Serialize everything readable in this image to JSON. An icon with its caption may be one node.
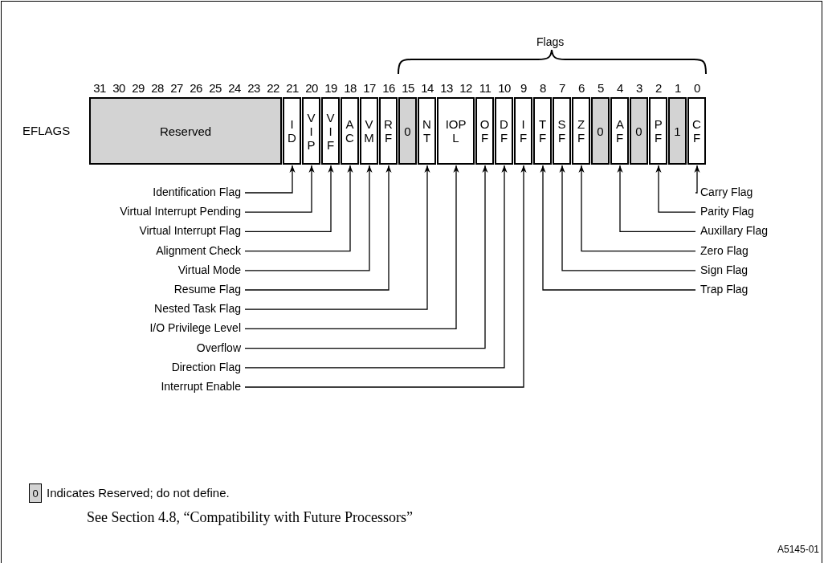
{
  "diagram": {
    "nodes": [
      {
        "text": [
          "Reserved"
        ]
      },
      {
        "text": [
          "I D"
        ]
      },
      {
        "text": [
          "V I P"
        ]
      },
      {
        "text": [
          "V I F"
        ]
      },
      {
        "text": [
          "A C"
        ]
      },
      {
        "text": [
          "V M"
        ]
      },
      {
        "text": [
          "R F"
        ]
      },
      {
        "text": [
          "0"
        ]
      },
      {
        "text": [
          "N T"
        ]
      },
      {
        "text": [
          "IOP L"
        ]
      },
      {
        "text": [
          "O F"
        ]
      },
      {
        "text": [
          "D F"
        ]
      },
      {
        "text": [
          "I F"
        ]
      },
      {
        "text": [
          "T F"
        ]
      },
      {
        "text": [
          "S F"
        ]
      },
      {
        "text": [
          "Z F"
        ]
      },
      {
        "text": [
          "0"
        ]
      },
      {
        "text": [
          "A F"
        ]
      },
      {
        "text": [
          "0"
        ]
      },
      {
        "text": [
          "P F"
        ]
      },
      {
        "text": [
          "1"
        ]
      },
      {
        "text": [
          "C F"
        ]
      },
      {
        "text": [
          "Identification Flag"
        ]
      },
      {
        "text": [
          "Virtual Interrupt Pending"
        ]
      },
      {
        "text": [
          "Virtual Interrupt Flag"
        ]
      },
      {
        "text": [
          "Alignment Check"
        ]
      },
      {
        "text": [
          "Virtual Mode"
        ]
      },
      {
        "text": [
          "Resume Flag"
        ]
      },
      {
        "text": [
          "Nested Task Flag"
        ]
      },
      {
        "text": [
          "I/O Privilege Level"
        ]
      },
      {
        "text": [
          "Overflow"
        ]
      },
      {
        "text": [
          "Direction Flag"
        ]
      },
      {
        "text": [
          "Interrupt Enable"
        ]
      },
      {
        "text": [
          "Carry Flag"
        ]
      },
      {
        "text": [
          "Parity Flag"
        ]
      },
      {
        "text": [
          "Auxillary Flag"
        ]
      },
      {
        "text": [
          "Zero Flag"
        ]
      },
      {
        "text": [
          "Sign Flag"
        ]
      },
      {
        "text": [
          "Trap Flag"
        ]
      },
      {
        "text": [
          "0"
        ],
        "beside": [
          "Indicates Reserved; do not define."
        ]
      }
    ],
    "edges": [
      {
        "from": 22,
        "to": 1,
        "arrow": "to"
      },
      {
        "from": 23,
        "to": 2,
        "arrow": "to"
      },
      {
        "from": 24,
        "to": 3,
        "arrow": "to"
      },
      {
        "from": 25,
        "to": 4,
        "arrow": "to"
      },
      {
        "from": 26,
        "to": 5,
        "arrow": "to"
      },
      {
        "from": 27,
        "to": 6,
        "arrow": "to"
      },
      {
        "from": 28,
        "to": 8,
        "arrow": "to"
      },
      {
        "from": 29,
        "to": 9,
        "arrow": "to"
      },
      {
        "from": 30,
        "to": 10,
        "arrow": "to"
      },
      {
        "from": 31,
        "to": 11,
        "arrow": "to"
      },
      {
        "from": 32,
        "to": 12,
        "arrow": "to"
      },
      {
        "from": 33,
        "to": 21,
        "arrow": "to"
      },
      {
        "from": 34,
        "to": 19,
        "arrow": "to"
      },
      {
        "from": 35,
        "to": 17,
        "arrow": "to"
      },
      {
        "from": 36,
        "to": 15,
        "arrow": "to"
      },
      {
        "from": 37,
        "to": 14,
        "arrow": "to"
      },
      {
        "from": 38,
        "to": 13,
        "arrow": "to"
      }
    ],
    "labels": [
      "Flags",
      "31",
      "30",
      "29",
      "28",
      "27",
      "26",
      "25",
      "24",
      "23",
      "22",
      "21",
      "20",
      "19",
      "18",
      "17",
      "16",
      "15",
      "14",
      "13",
      "12",
      "11",
      "10",
      "9",
      "8",
      "7",
      "6",
      "5",
      "4",
      "3",
      "2",
      "1",
      "0",
      "EFLAGS",
      "See Section 4.8, “Compatibility with Future Processors”",
      "A5145-01"
    ]
  }
}
